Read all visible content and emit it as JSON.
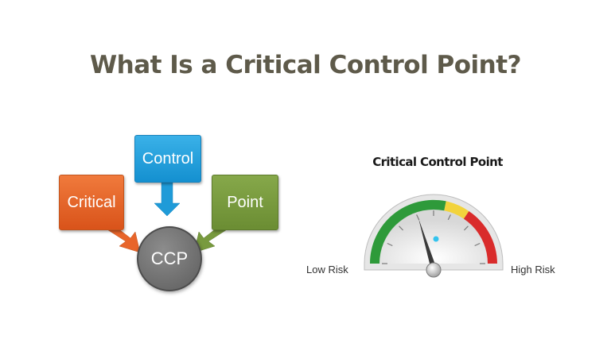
{
  "title": "What Is a Critical Control Point?",
  "ccp_diagram": {
    "critical_label": "Critical",
    "control_label": "Control",
    "point_label": "Point",
    "center_label": "CCP"
  },
  "gauge": {
    "title": "Critical Control Point",
    "low_label": "Low Risk",
    "high_label": "High Risk",
    "zone_colors": [
      "#2e9a3a",
      "#f2d33c",
      "#d92b2b"
    ],
    "indicator_color": "#33c3ee"
  }
}
